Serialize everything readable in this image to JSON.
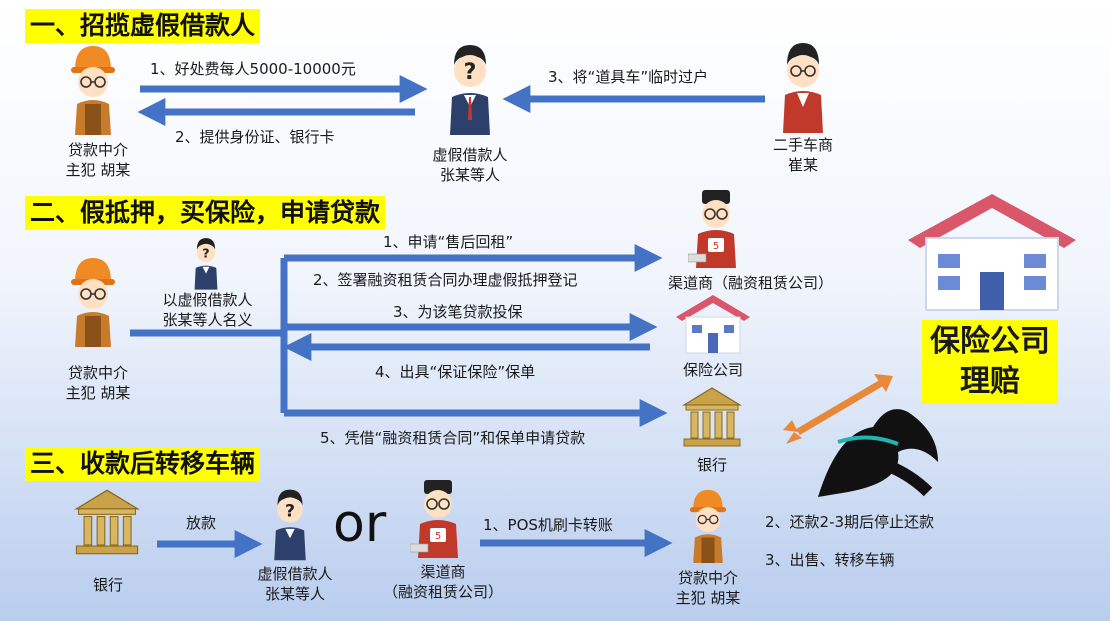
{
  "sections": {
    "s1": "一、招揽虚假借款人",
    "s2": "二、假抵押，买保险，申请贷款",
    "s3": "三、收款后转移车辆"
  },
  "s1": {
    "intermediary": [
      "贷款中介",
      "主犯 胡某"
    ],
    "borrower": [
      "虚假借款人",
      "张某等人"
    ],
    "dealer": [
      "二手车商",
      "崔某"
    ],
    "step1": "1、好处费每人5000-10000元",
    "step2": "2、提供身份证、银行卡",
    "step3": "3、将“道具车”临时过户"
  },
  "s2": {
    "intermediary": [
      "贷款中介",
      "主犯 胡某"
    ],
    "borrower_name": [
      "以虚假借款人",
      "张某等人名义"
    ],
    "channel": "渠道商（融资租赁公司）",
    "insurer": "保险公司",
    "bank": "银行",
    "step1": "1、申请“售后回租”",
    "step2": "2、签署融资租赁合同办理虚假抵押登记",
    "step3": "3、为该笔贷款投保",
    "step4": "4、出具“保证保险”保单",
    "step5": "5、凭借“融资租赁合同”和保单申请贷款"
  },
  "s3": {
    "bank": "银行",
    "disburse": "放款",
    "borrower": [
      "虚假借款人",
      "张某等人"
    ],
    "or": "or",
    "channel": [
      "渠道商",
      "（融资租赁公司）"
    ],
    "pos": "1、POS机刷卡转账",
    "intermediary": [
      "贷款中介",
      "主犯 胡某"
    ],
    "step2": "2、还款2-3期后停止还款",
    "step3": "3、出售、转移车辆"
  },
  "claim": [
    "保险公司",
    "理赔"
  ],
  "badge_number": "5",
  "colors": {
    "arrow": "#4472c4",
    "highlight": "#ffff00",
    "helmet": "#f08a24",
    "roof": "#d9566b",
    "bank": "#c9a24a",
    "orange_arrow": "#e8893a"
  }
}
